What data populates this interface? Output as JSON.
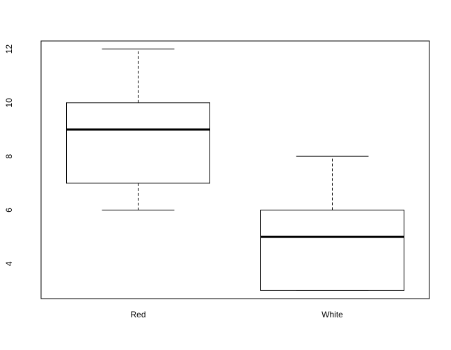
{
  "chart_data": {
    "type": "boxplot",
    "title": "",
    "xlabel": "",
    "ylabel": "",
    "categories": [
      "Red",
      "White"
    ],
    "boxes": [
      {
        "category": "Red",
        "whisker_low": 6,
        "q1": 7,
        "median": 9,
        "q3": 10,
        "whisker_high": 12
      },
      {
        "category": "White",
        "whisker_low": 3,
        "q1": 3,
        "median": 5,
        "q3": 6,
        "whisker_high": 8
      }
    ],
    "ylim": [
      2.7,
      12.3
    ],
    "yticks": [
      4,
      6,
      8,
      10,
      12
    ],
    "ytick_labels": [
      "4",
      "6",
      "8",
      "10",
      "12"
    ],
    "grid": false,
    "colors": {
      "stroke": "#000000",
      "fill": "#ffffff"
    }
  }
}
